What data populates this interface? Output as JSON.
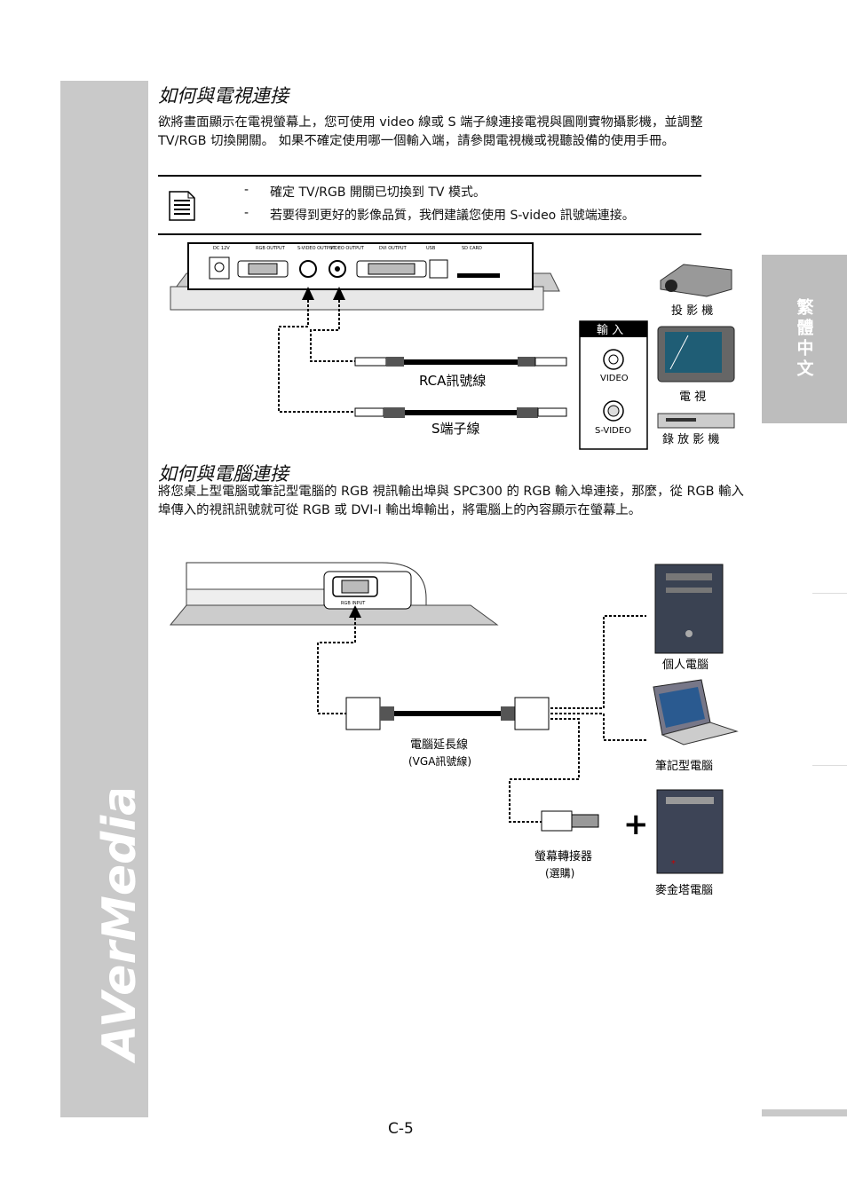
{
  "brand": {
    "logo_text": "AVerMedia"
  },
  "side_tab": {
    "label": "繁體中文"
  },
  "sections": [
    {
      "title": "如何與電視連接",
      "body": "欲將畫面顯示在電視螢幕上，您可使用 video 線或 S 端子線連接電視與圓剛實物攝影機，並調整 TV/RGB 切換開關。 如果不確定使用哪一個輸入端，請參閱電視機或視聽設備的使用手冊。",
      "notes": [
        "確定 TV/RGB 開關已切換到 TV 模式。",
        "若要得到更好的影像品質，我們建議您使用 S-video 訊號端連接。"
      ],
      "note_dash": "-"
    },
    {
      "title": "如何與電腦連接",
      "body": "將您桌上型電腦或筆記型電腦的 RGB 視訊輸出埠與 SPC300 的 RGB 輸入埠連接，那麼，從 RGB 輸入埠傳入的視訊訊號就可從 RGB 或 DVI-I 輸出埠輸出，將電腦上的內容顯示在螢幕上。"
    }
  ],
  "diagram1": {
    "ports": [
      "DC 12V",
      "RGB OUTPUT",
      "S-VIDEO OUTPUT",
      "VIDEO OUTPUT",
      "DVI OUTPUT",
      "USB",
      "SD CARD"
    ],
    "input_box_title": "輸 入",
    "video_label": "VIDEO",
    "svideo_label": "S-VIDEO",
    "rca_cable": "RCA訊號線",
    "s_cable": "S端子線",
    "projector": "投 影 機",
    "tv": "電 視",
    "vcr": "錄 放 影 機"
  },
  "diagram2": {
    "port_label": "RGB INPUT",
    "cable": "電腦延長線",
    "cable_sub": "(VGA訊號線)",
    "adapter": "螢幕轉接器",
    "adapter_sub": "(選購)",
    "pc": "個人電腦",
    "laptop": "筆記型電腦",
    "mac": "麥金塔電腦",
    "plus": "+"
  },
  "footer": {
    "page": "C-5"
  }
}
